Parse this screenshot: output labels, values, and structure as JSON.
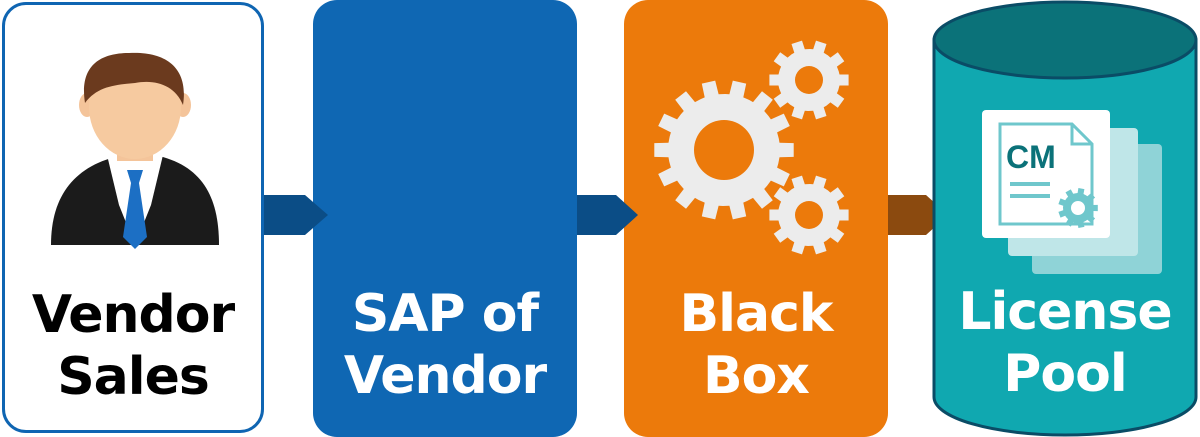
{
  "nodes": [
    {
      "id": "vendor-sales",
      "line1": "Vendor",
      "line2": "Sales",
      "color": "#0f65b2",
      "icon": "businessman-icon"
    },
    {
      "id": "sap-of-vendor",
      "line1": "SAP of",
      "line2": "Vendor",
      "color": "#0f67b3"
    },
    {
      "id": "black-box",
      "line1": "Black",
      "line2": "Box",
      "color": "#ec7a0b",
      "icon": "gears-icon"
    },
    {
      "id": "license-pool",
      "line1": "License",
      "line2": "Pool",
      "color": "#10a8b0",
      "icon": "license-document-icon",
      "icon_text": "CM"
    }
  ],
  "arrows": [
    {
      "from": "vendor-sales",
      "to": "sap-of-vendor",
      "color": "#0b4d86"
    },
    {
      "from": "sap-of-vendor",
      "to": "black-box",
      "color": "#0b4d86"
    },
    {
      "from": "black-box",
      "to": "license-pool",
      "color": "#8b4a0f"
    }
  ]
}
